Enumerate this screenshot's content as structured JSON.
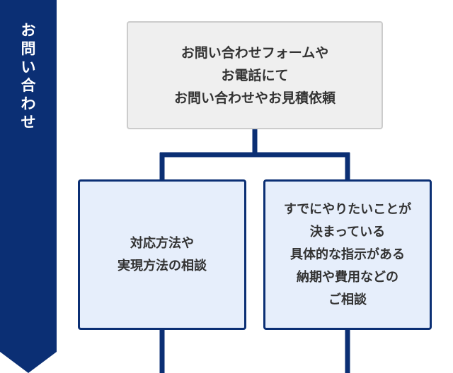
{
  "colors": {
    "navy": "#0b2f74",
    "top_box_fill": "#efefef",
    "top_box_border": "#cccccc",
    "child_box_fill": "#e6eefb",
    "text": "#333333"
  },
  "side_label": {
    "chars": [
      "お",
      "問",
      "い",
      "合",
      "わ",
      "せ"
    ]
  },
  "top_box": {
    "lines": [
      "お問い合わせフォームや",
      "お電話にて",
      "お問い合わせやお見積依頼"
    ]
  },
  "left_box": {
    "lines": [
      "対応方法や",
      "実現方法の相談"
    ]
  },
  "right_box": {
    "lines": [
      "すでにやりたいことが",
      "決まっている",
      "具体的な指示がある",
      "納期や費用などの",
      "ご相談"
    ]
  }
}
